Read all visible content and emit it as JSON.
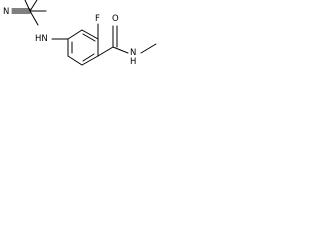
{
  "molecule": {
    "atoms": {
      "nitrile_n": "N",
      "amine_nh": "HN",
      "fluorine": "F",
      "amide_o": "O",
      "amide_nh": "N",
      "amide_h": "H"
    }
  }
}
